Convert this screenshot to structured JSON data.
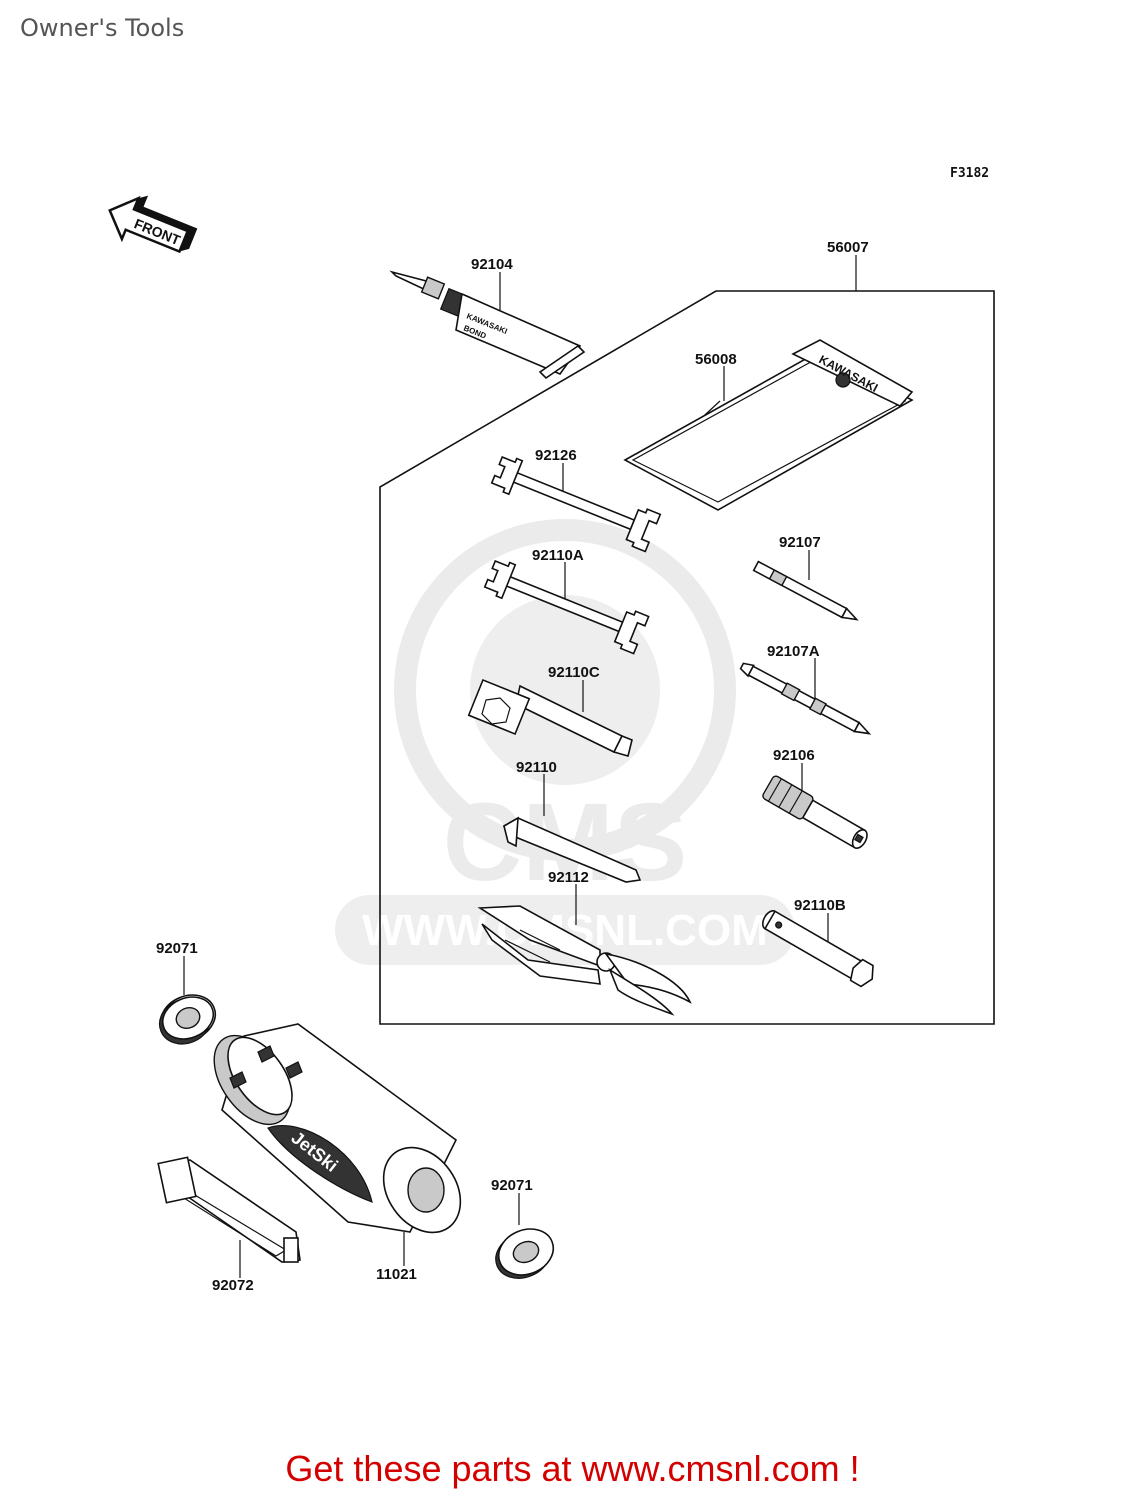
{
  "header": {
    "title": "Owner's Tools"
  },
  "figure_code": "F3182",
  "front_arrow": {
    "label": "FRONT",
    "icon": "front-arrow-icon"
  },
  "kit_brand": "KAWASAKI",
  "tube_brand": "KAWASAKI",
  "tube_product": "BOND",
  "cylinder_brand": "JetSki",
  "watermark": {
    "logo": "CMS",
    "url": "WWW.CMSNL.COM"
  },
  "parts": {
    "p92104": "92104",
    "p56007": "56007",
    "p56008": "56008",
    "p92126": "92126",
    "p92110A": "92110A",
    "p92110C": "92110C",
    "p92110": "92110",
    "p92112": "92112",
    "p92107": "92107",
    "p92107A": "92107A",
    "p92106": "92106",
    "p92110B": "92110B",
    "p92071a": "92071",
    "p92071b": "92071",
    "p92072": "92072",
    "p11021": "11021"
  },
  "footer": {
    "text": "Get these parts at www.cmsnl.com !"
  }
}
